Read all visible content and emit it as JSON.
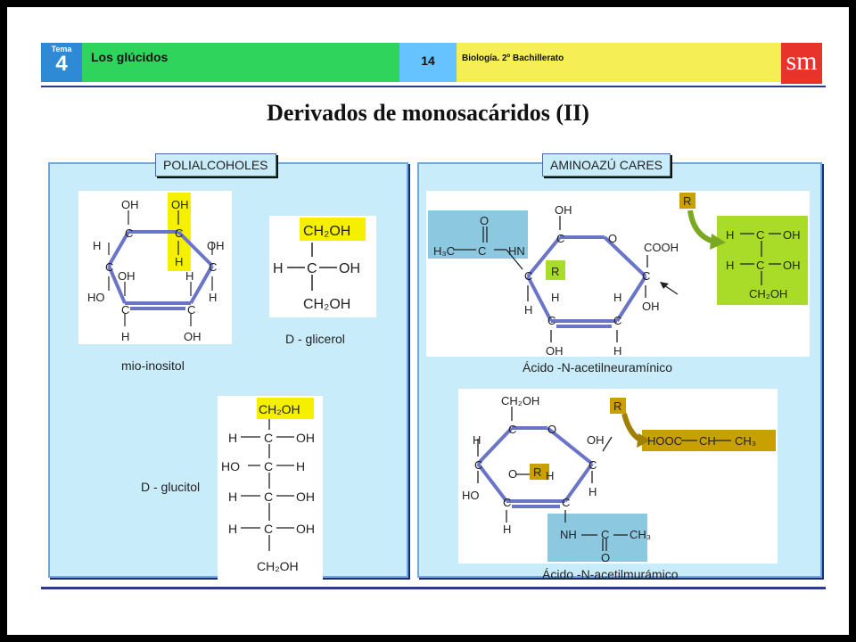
{
  "header": {
    "tema_label": "Tema",
    "tema_number": "4",
    "unit_title": "Los glúcidos",
    "page_number": "14",
    "course": "Biología. 2º Bachillerato",
    "publisher_logo": "sm"
  },
  "title": "Derivados de monosacáridos (II)",
  "left_panel": {
    "tab": "POLIALCOHOLES",
    "captions": [
      "mio-inositol",
      "D - glicerol",
      "D - glucitol"
    ]
  },
  "right_panel": {
    "tab": "AMINOAZÚ CARES",
    "captions": [
      "Ácido -N-acetilneuramínico",
      "Ácido -N-acetilmurámico"
    ]
  },
  "colors": {
    "tema_blue": "#2f8ad6",
    "header_green": "#2fd45c",
    "header_yellow": "#f5ef55",
    "page_blue": "#66c3ff",
    "logo_red": "#e8332a",
    "panel_fill": "#c9ecfb",
    "highlight_yellow": "#f5ef00",
    "highlight_green": "#a8dc28",
    "highlight_blue": "#8cc8e0",
    "highlight_gold": "#c8a000"
  }
}
